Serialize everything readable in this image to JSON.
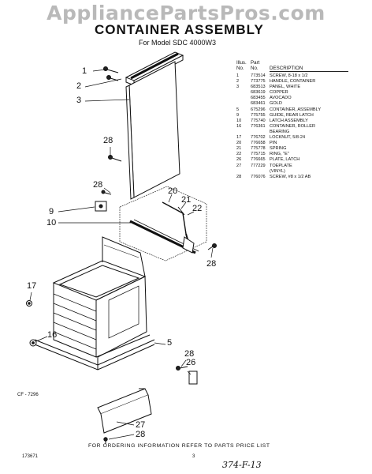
{
  "watermark": "AppliancePartsPros.com",
  "title": "CONTAINER ASSEMBLY",
  "subtitle": "For Model SDC 4000W3",
  "table": {
    "headers": {
      "illus_no": [
        "Illus.",
        "No."
      ],
      "part_no": [
        "Part",
        "No."
      ],
      "description": "DESCRIPTION"
    },
    "rows": [
      {
        "illus": "1",
        "part": "773514",
        "desc": "SCREW, 8-18 x 1/2"
      },
      {
        "illus": "2",
        "part": "773775",
        "desc": "HANDLE, CONTAINER"
      },
      {
        "illus": "3",
        "part": "683513",
        "desc": "PANEL, WHITE"
      },
      {
        "illus": "",
        "part": "683619",
        "desc": "COPPER"
      },
      {
        "illus": "",
        "part": "683455",
        "desc": "AVOCADO"
      },
      {
        "illus": "",
        "part": "683461",
        "desc": "GOLD"
      },
      {
        "illus": "5",
        "part": "675296",
        "desc": "CONTAINER, ASSEMBLY"
      },
      {
        "illus": "9",
        "part": "775755",
        "desc": "GUIDE, REAR LATCH"
      },
      {
        "illus": "10",
        "part": "775740",
        "desc": "LATCH ASSEMBLY"
      },
      {
        "illus": "16",
        "part": "776361",
        "desc": "CONTAINER, ROLLER"
      },
      {
        "illus": "",
        "part": "",
        "desc": "BEARING"
      },
      {
        "illus": "17",
        "part": "776702",
        "desc": "LOCKNUT, 5/8-24"
      },
      {
        "illus": "20",
        "part": "776658",
        "desc": "PIN"
      },
      {
        "illus": "21",
        "part": "775778",
        "desc": "SPRING"
      },
      {
        "illus": "22",
        "part": "775715",
        "desc": "RING, \"E\""
      },
      {
        "illus": "26",
        "part": "776665",
        "desc": "PLATE, LATCH"
      },
      {
        "illus": "27",
        "part": "777229",
        "desc": "TOEPLATE"
      },
      {
        "illus": "",
        "part": "",
        "desc": "(VINYL)"
      },
      {
        "illus": "28",
        "part": "776076",
        "desc": "SCREW, #8 x 1/2 AB"
      }
    ]
  },
  "callouts": {
    "c1": "1",
    "c2": "2",
    "c3": "3",
    "c28a": "28",
    "c28b": "28",
    "c20": "20",
    "c21": "21",
    "c22": "22",
    "c9": "9",
    "c10": "10",
    "c28c": "28",
    "c17": "17",
    "c16": "16",
    "c5": "5",
    "c28d": "28",
    "c26": "26",
    "c27": "27",
    "c28e": "28"
  },
  "diagram_code": "CF - 7296",
  "footer": "FOR ORDERING INFORMATION REFER TO PARTS PRICE LIST",
  "footer_code": "173671",
  "page_number": "3",
  "handwritten_note": "374-F-13"
}
